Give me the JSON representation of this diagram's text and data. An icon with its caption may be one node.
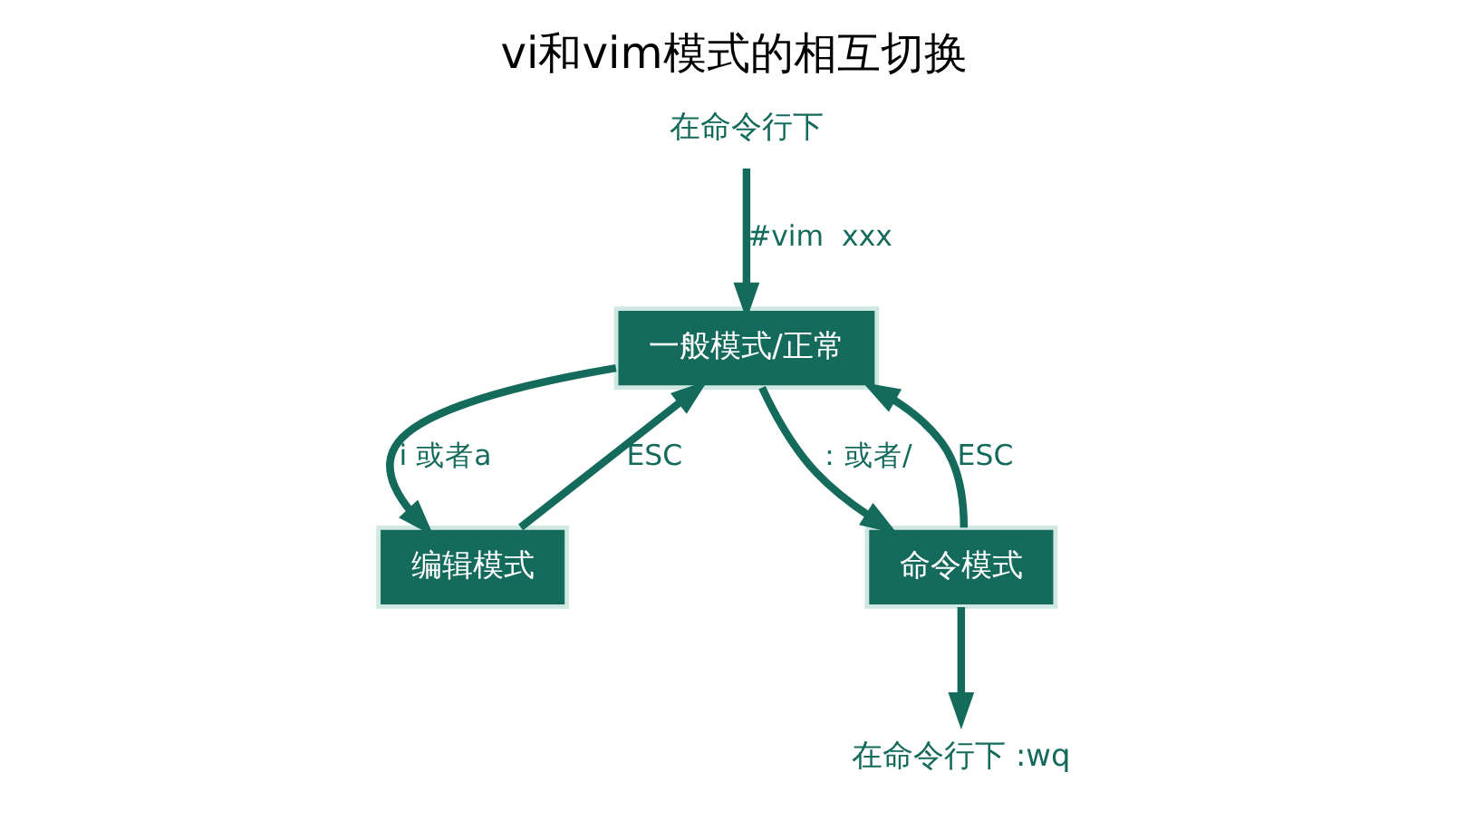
{
  "diagram": {
    "title": "vi和vim模式的相互切换",
    "nodes": [
      {
        "text": [
          "在命令行下"
        ]
      },
      {
        "text": [
          "一般模式/正常"
        ]
      },
      {
        "text": [
          "编辑模式"
        ]
      },
      {
        "text": [
          "命令模式"
        ]
      },
      {
        "text": [
          "在命令行下 :wq"
        ]
      }
    ],
    "edges": [
      {
        "from": 0,
        "to": 1,
        "arrow": "to",
        "label": "#vim  xxx"
      },
      {
        "from": 1,
        "to": 2,
        "arrow": "to",
        "label": "i 或者a"
      },
      {
        "from": 2,
        "to": 1,
        "arrow": "to",
        "label": "ESC"
      },
      {
        "from": 3,
        "to": 1,
        "arrow": "to",
        "label": "ESC"
      },
      {
        "from": 1,
        "to": 3,
        "arrow": "to",
        "label": "：或者/"
      },
      {
        "from": 3,
        "to": 4,
        "arrow": "to"
      }
    ]
  }
}
